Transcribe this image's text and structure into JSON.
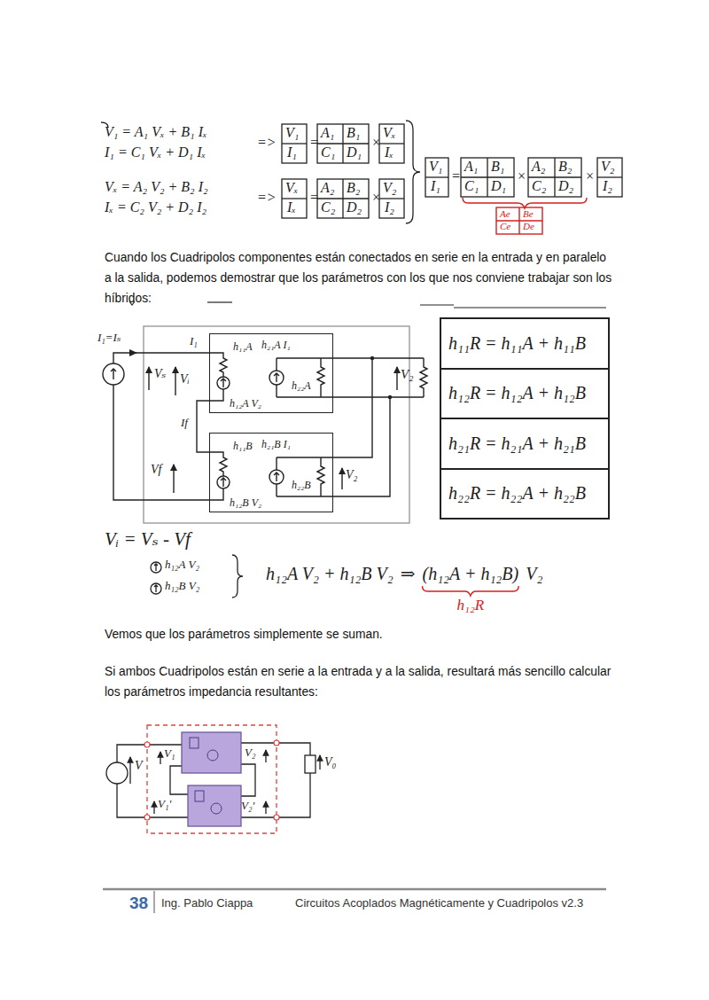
{
  "diagram": {
    "nodes": [
      {
        "text": [
          "h₁₁A",
          "h₂₁A I₁",
          "h₁₂A V₂",
          "h₂₂A"
        ]
      },
      {
        "text": [
          "h₁₁B",
          "h₂₁B I₁",
          "h₁₂B V₂",
          "h₂₂B"
        ]
      },
      {
        "text": [
          "h₁₁R = h₁₁A + h₁₁B",
          "h₁₂R = h₁₂A + h₁₂B",
          "h₂₁R = h₂₁A + h₂₁B",
          "h₂₂R = h₂₂A + h₂₂B"
        ]
      }
    ],
    "edges": [
      {
        "from": 0,
        "to": 1,
        "arrow": "none"
      },
      {
        "from": 0,
        "to": 1,
        "arrow": "none"
      }
    ],
    "labels": [
      "V₁ = A₁ Vₓ + B₁ Iₓ",
      "I₁ = C₁ Vₓ + D₁ Iₓ",
      "=>",
      "V₁",
      "I₁",
      "=",
      "A₁",
      "B₁",
      "C₁",
      "D₁",
      "×",
      "Vₓ",
      "Iₓ",
      "Vₓ = A₂ V₂ + B₂ I₂",
      "Iₓ = C₂ V₂ + D₂ I₂",
      "=>",
      "Vₓ",
      "Iₓ",
      "=",
      "A₂",
      "B₂",
      "C₂",
      "D₂",
      "×",
      "V₂",
      "I₂",
      "V₁",
      "I₁",
      "=",
      "A₁",
      "B₁",
      "C₁",
      "D₁",
      "×",
      "A₂",
      "B₂",
      "C₂",
      "D₂",
      "×",
      "V₂",
      "I₂",
      "Ae",
      "Be",
      "Ce",
      "De",
      "Cuando los Cuadripolos componentes están conectados en serie en la entrada y en paralelo a la salida, podemos demostrar que los parámetros con los que nos conviene trabajar son los híbridos:",
      "I₁=Iₛ",
      "I₁",
      "Vₛ",
      "Vᵢ",
      "V₂",
      "Vf",
      "If",
      "V₂",
      "Vᵢ = Vₛ - Vf",
      "h₁₂A V₂",
      "h₁₂B V₂",
      "h₁₂A V₂ + h₁₂B V₂",
      "⇒",
      "(h₁₂A + h₁₂B)",
      "V₂",
      "h₁₂R",
      "Vemos que los parámetros simplemente se suman.",
      "Si ambos Cuadripolos están en serie a la entrada y a la salida, resultará más sencillo calcular los parámetros impedancia resultantes:",
      "V",
      "V₁",
      "V₂",
      "V₁'",
      "V₂'",
      "V₀",
      "38",
      "Ing. Pablo Ciappa",
      "Circuitos Acoplados Magnéticamente y Cuadripolos v2.3"
    ]
  }
}
